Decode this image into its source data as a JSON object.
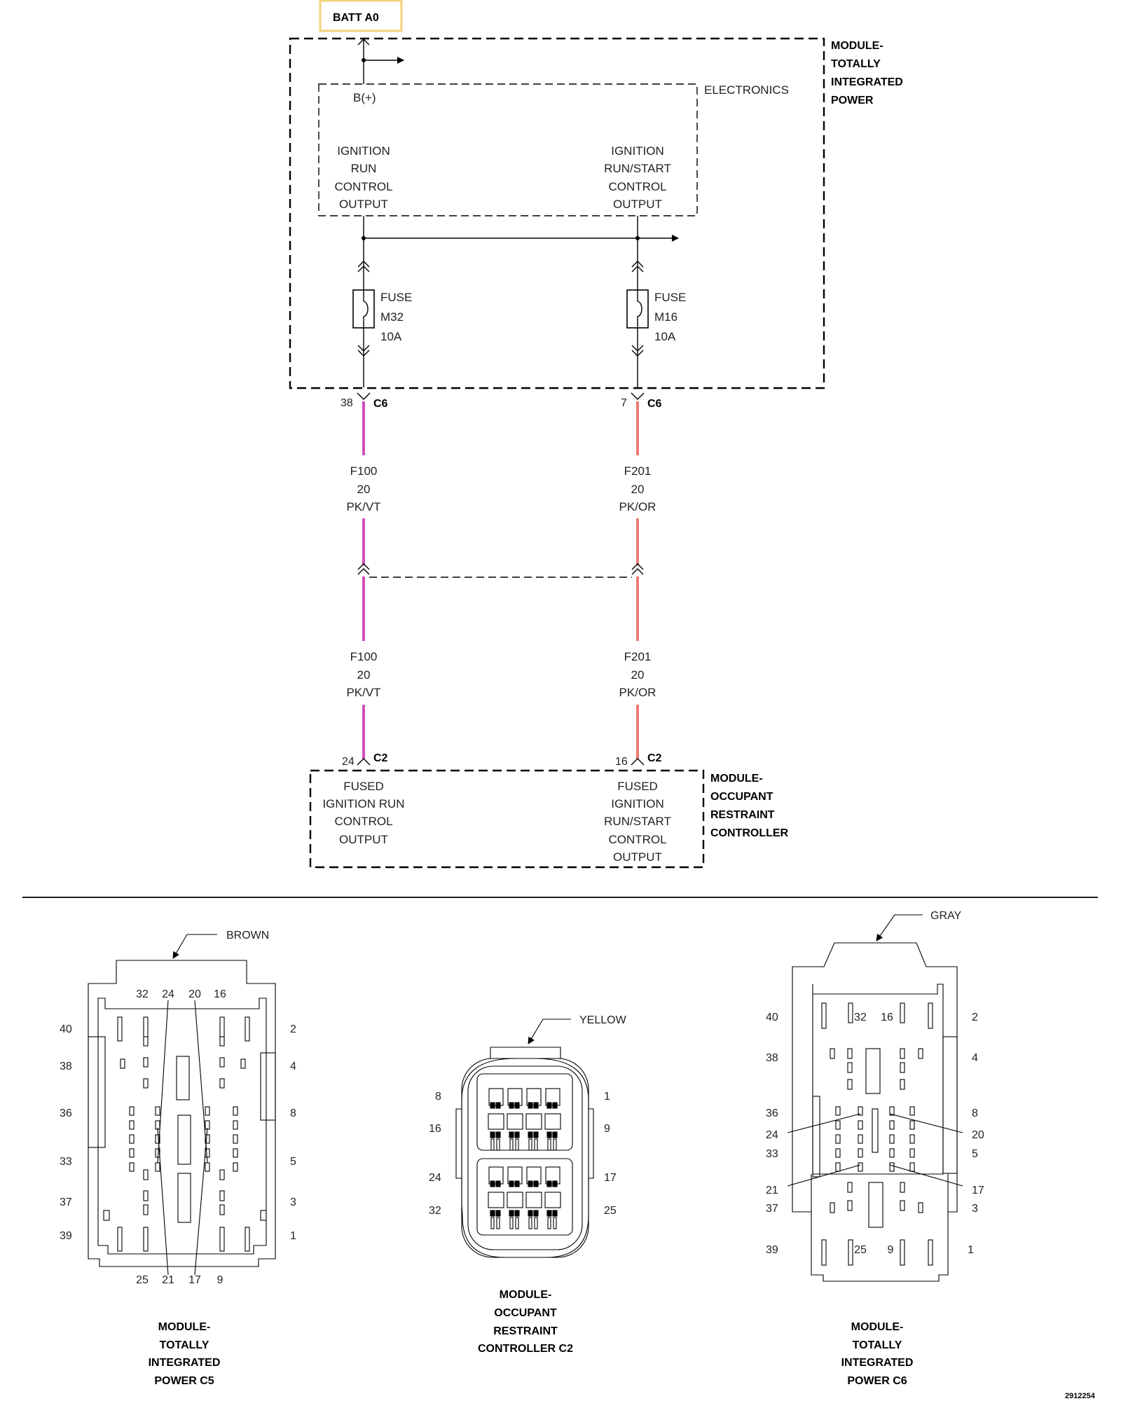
{
  "battery": {
    "label": "BATT A0"
  },
  "tip_module": {
    "name": [
      "MODULE-",
      "TOTALLY",
      "INTEGRATED",
      "POWER"
    ]
  },
  "electronics": {
    "label": "ELECTRONICS",
    "bplus": "B(+)",
    "left_output": [
      "IGNITION",
      "RUN",
      "CONTROL",
      "OUTPUT"
    ],
    "right_output": [
      "IGNITION",
      "RUN/START",
      "CONTROL",
      "OUTPUT"
    ]
  },
  "fuses": [
    {
      "label": "FUSE",
      "id": "M32",
      "rating": "10A"
    },
    {
      "label": "FUSE",
      "id": "M16",
      "rating": "10A"
    }
  ],
  "circuits": [
    {
      "top_pin": "38",
      "top_connector": "C6",
      "circuit": "F100",
      "gauge": "20",
      "color": "PK/VT",
      "bottom_pin": "24",
      "bottom_connector": "C2"
    },
    {
      "top_pin": "7",
      "top_connector": "C6",
      "circuit": "F201",
      "gauge": "20",
      "color": "PK/OR",
      "bottom_pin": "16",
      "bottom_connector": "C2"
    }
  ],
  "wire_colors": {
    "pk_vt": "#d24fbd",
    "pk_or": "#ee7b73",
    "battery_box": "#f3d27a"
  },
  "orc_module": {
    "name": [
      "MODULE-",
      "OCCUPANT",
      "RESTRAINT",
      "CONTROLLER"
    ],
    "left_input": [
      "FUSED",
      "IGNITION RUN",
      "CONTROL",
      "OUTPUT"
    ],
    "right_input": [
      "FUSED",
      "IGNITION",
      "RUN/START",
      "CONTROL",
      "OUTPUT"
    ]
  },
  "connector_views": {
    "c5": {
      "color": "BROWN",
      "top_pins": [
        "32",
        "24",
        "20",
        "16"
      ],
      "left_pins": [
        "40",
        "38",
        "36",
        "33",
        "37",
        "39"
      ],
      "right_pins": [
        "2",
        "4",
        "8",
        "5",
        "3",
        "1"
      ],
      "bottom_pins": [
        "25",
        "21",
        "17",
        "9"
      ],
      "caption": [
        "MODULE-",
        "TOTALLY",
        "INTEGRATED",
        "POWER C5"
      ]
    },
    "c2": {
      "color": "YELLOW",
      "left_pins": [
        "8",
        "16",
        "24",
        "32"
      ],
      "right_pins": [
        "1",
        "9",
        "17",
        "25"
      ],
      "caption": [
        "MODULE-",
        "OCCUPANT",
        "RESTRAINT",
        "CONTROLLER C2"
      ]
    },
    "c6": {
      "color": "GRAY",
      "left_pins": [
        "40",
        "38",
        "36",
        "24",
        "33",
        "21",
        "37",
        "39"
      ],
      "right_pins": [
        "2",
        "4",
        "8",
        "20",
        "5",
        "17",
        "3",
        "1"
      ],
      "inner_top_pins": [
        "32",
        "16"
      ],
      "inner_bottom_pins": [
        "25",
        "9"
      ],
      "caption": [
        "MODULE-",
        "TOTALLY",
        "INTEGRATED",
        "POWER C6"
      ]
    }
  },
  "figure_id": "2912254"
}
